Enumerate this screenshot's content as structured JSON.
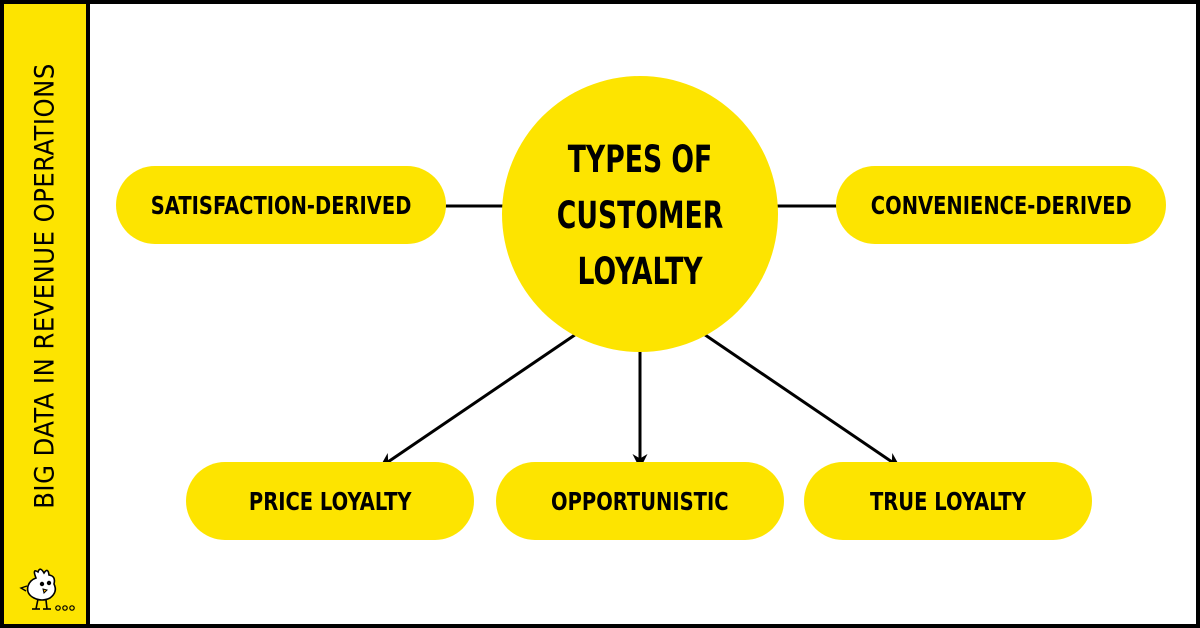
{
  "sidebar": {
    "title": "BIG DATA IN REVENUE OPERATIONS",
    "logo_icon": "bird-mascot-icon",
    "background": "#FDE400"
  },
  "diagram": {
    "center": "TYPES OF CUSTOMER LOYALTY",
    "nodes": {
      "satisfaction": "SATISFACTION-DERIVED",
      "convenience": "CONVENIENCE-DERIVED",
      "price": "PRICE LOYALTY",
      "opportunistic": "OPPORTUNISTIC",
      "true_loyalty": "TRUE LOYALTY"
    },
    "node_color": "#FDE400",
    "arrow_color": "#000000"
  }
}
